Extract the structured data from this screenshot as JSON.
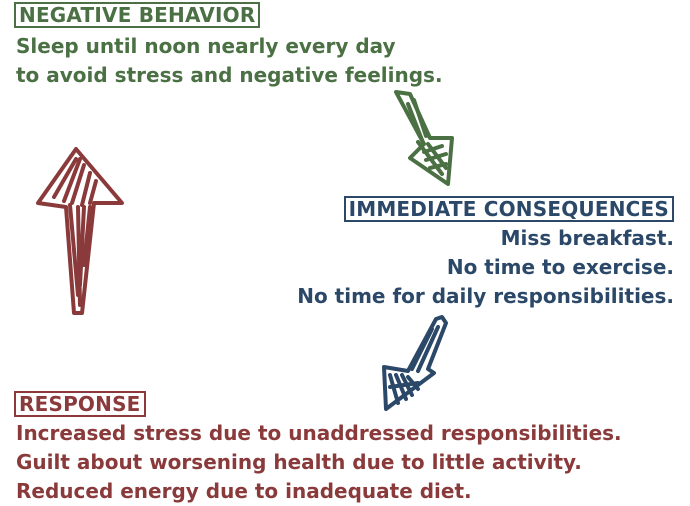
{
  "negative_behavior": {
    "heading": "NEGATIVE BEHAVIOR",
    "lines": [
      "Sleep until noon nearly every day",
      "to avoid stress and negative feelings."
    ],
    "color": "#4a7044"
  },
  "immediate_consequences": {
    "heading": "IMMEDIATE CONSEQUENCES",
    "lines": [
      "Miss breakfast.",
      "No time to exercise.",
      "No time for daily responsibilities."
    ],
    "color": "#2b4868"
  },
  "response": {
    "heading": "RESPONSE",
    "lines": [
      "Increased stress due to unaddressed responsibilities.",
      "Guilt about worsening health due to little activity.",
      "Reduced energy due to inadequate diet."
    ],
    "color": "#8a3a3a"
  },
  "arrows": [
    {
      "name": "green-arrow",
      "from": "negative_behavior",
      "to": "immediate_consequences",
      "color": "#4a7044"
    },
    {
      "name": "blue-arrow",
      "from": "immediate_consequences",
      "to": "response",
      "color": "#2b4868"
    },
    {
      "name": "red-arrow",
      "from": "response",
      "to": "negative_behavior",
      "color": "#8a3a3a"
    }
  ]
}
